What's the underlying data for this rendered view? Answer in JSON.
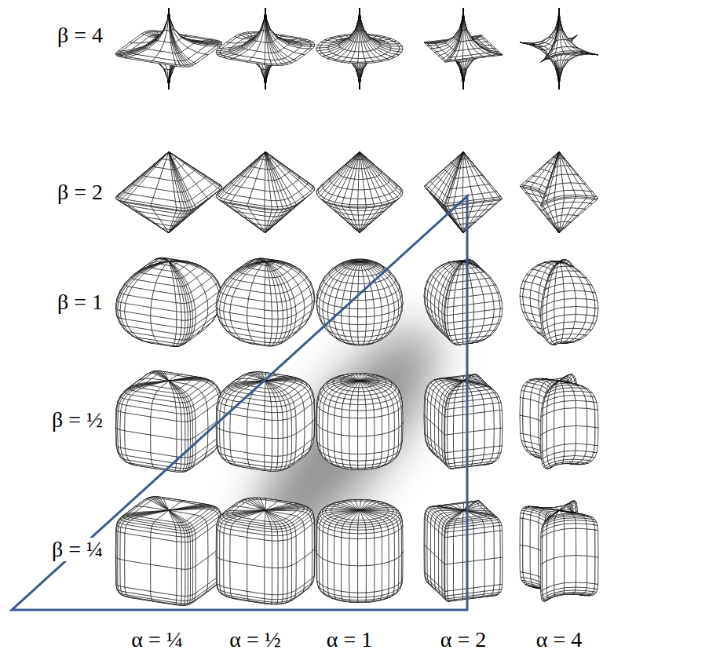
{
  "diagram": {
    "labels": [
      "β = 4",
      "β = 2",
      "β = 1",
      "β = ½",
      "β = ¼",
      "α = ¼",
      "α = ½",
      "α = 1",
      "α = 2",
      "α = 4"
    ]
  }
}
